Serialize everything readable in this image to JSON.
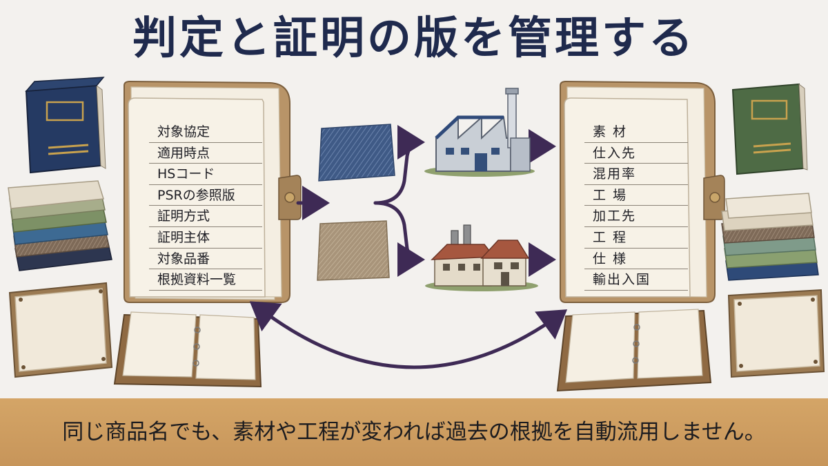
{
  "title": "判定と証明の版を管理する",
  "left_panel": {
    "items": [
      "対象協定",
      "適用時点",
      "HSコード",
      "PSRの参照版",
      "証明方式",
      "証明主体",
      "対象品番",
      "根拠資料一覧"
    ]
  },
  "right_panel": {
    "items": [
      "素 材",
      "仕入先",
      "混用率",
      "工 場",
      "加工先",
      "工 程",
      "仕 様",
      "輸出入国"
    ]
  },
  "footer": {
    "text": "同じ商品名でも、素材や工程が変われば過去の根拠を自動流用しません。"
  },
  "colors": {
    "title": "#1f2a4d",
    "arrow": "#3e2a55",
    "footer_band": "#cf9f62",
    "background": "#f3f1ee"
  },
  "icons": [
    "navy-book-icon",
    "green-book-icon",
    "fabric-stack-icon",
    "blank-plaque-icon",
    "binder-folder-icon",
    "open-notebook-icon",
    "denim-swatch-icon",
    "linen-swatch-icon",
    "modern-factory-icon",
    "old-factory-icon",
    "arrow-icon"
  ]
}
